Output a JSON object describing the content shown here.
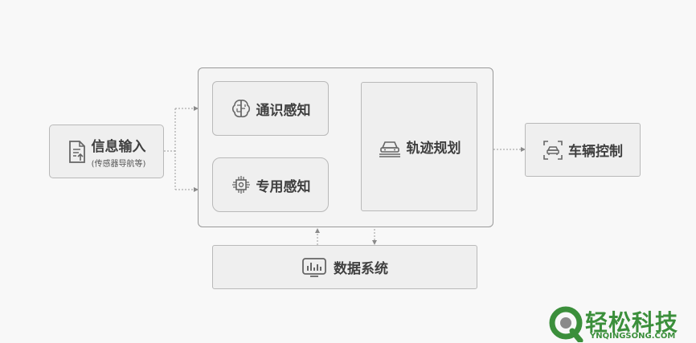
{
  "nodes": {
    "input": {
      "label": "信息输入",
      "sub": "(传感器导航等)",
      "icon": "document-upload-icon"
    },
    "general_perception": {
      "label": "通识感知",
      "icon": "brain-icon"
    },
    "special_perception": {
      "label": "专用感知",
      "icon": "chip-icon"
    },
    "trajectory": {
      "label": "轨迹规划",
      "icon": "car-road-icon"
    },
    "vehicle_control": {
      "label": "车辆控制",
      "icon": "car-scan-icon"
    },
    "data_system": {
      "label": "数据系统",
      "icon": "bar-chart-monitor-icon"
    }
  },
  "watermark": {
    "text": "轻松科技",
    "url_text": "YNQINGSONG.COM",
    "color": "#3b8f3b"
  }
}
